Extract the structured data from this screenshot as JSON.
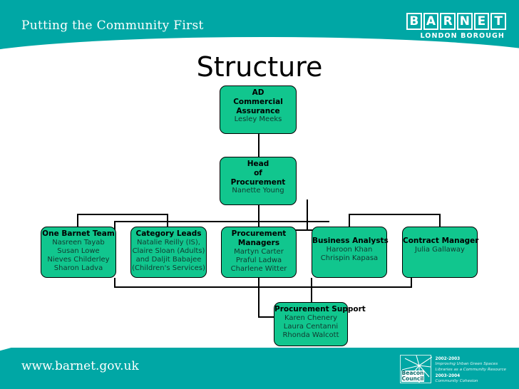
{
  "header": {
    "tagline": "Putting the Community First",
    "logo_letters": [
      "B",
      "A",
      "R",
      "N",
      "E",
      "T"
    ],
    "logo_subtitle": "LONDON BOROUGH"
  },
  "page_title": "Structure",
  "org_chart": {
    "nodes": [
      {
        "id": "ad-commercial-assurance",
        "title_lines": [
          "AD",
          "Commercial",
          "Assurance"
        ],
        "people": [
          "Lesley Meeks"
        ]
      },
      {
        "id": "head-of-procurement",
        "title_lines": [
          "Head",
          "of",
          "Procurement"
        ],
        "people": [
          "Nanette Young"
        ]
      },
      {
        "id": "one-barnet-team",
        "title_lines": [
          "One Barnet Team"
        ],
        "people": [
          "Nasreen Tayab",
          "Susan Lowe",
          "Nieves Childerley",
          "Sharon Ladva"
        ]
      },
      {
        "id": "category-leads",
        "title_lines": [
          "Category Leads"
        ],
        "people": [
          "Natalie Reilly (IS),",
          "Claire Sloan (Adults)",
          "and Daljit Babajee",
          "(Children's Services)"
        ]
      },
      {
        "id": "procurement-managers",
        "title_lines": [
          "Procurement",
          "Managers"
        ],
        "people": [
          "Martyn Carter",
          "Praful Ladwa",
          "Charlene Witter"
        ]
      },
      {
        "id": "business-analysts",
        "title_lines": [
          "Business Analysts"
        ],
        "people": [
          "Haroon Khan",
          "Chrispin Kapasa"
        ]
      },
      {
        "id": "contract-manager",
        "title_lines": [
          "Contract Manager"
        ],
        "people": [
          "Julia Gallaway"
        ]
      },
      {
        "id": "procurement-support",
        "title_lines": [
          "Procurement Support"
        ],
        "people": [
          "Karen Chenery",
          "Laura Centanni",
          "Rhonda Walcott"
        ]
      }
    ]
  },
  "footer": {
    "url": "www.barnet.gov.uk",
    "beacon_label_line1": "Beacon",
    "beacon_label_line2": "Council",
    "awards": [
      {
        "years": "2002-2003",
        "items": [
          "Improving Urban Green Spaces",
          "Libraries as a Community Resource"
        ]
      },
      {
        "years": "2003-2004",
        "items": [
          "Community Cohesion"
        ]
      }
    ]
  },
  "colors": {
    "brand_teal": "#00a7a5",
    "node_green": "#11c68e",
    "line_black": "#000000",
    "text_dark": "#000000"
  }
}
